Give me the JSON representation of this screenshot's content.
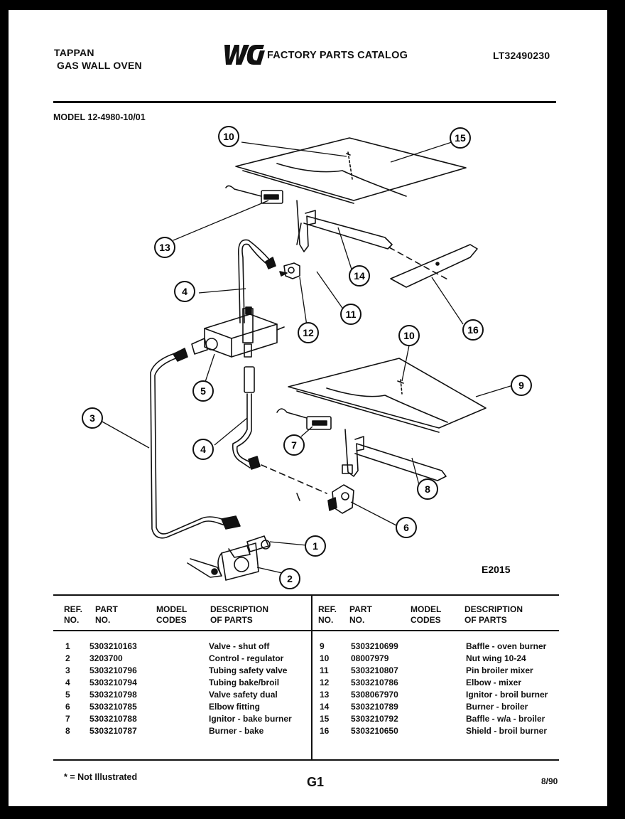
{
  "header": {
    "brand": "TAPPAN",
    "product": "GAS WALL OVEN",
    "logo_text": "WCI",
    "catalog_title": "FACTORY PARTS CATALOG",
    "catalog_code": "LT32490230",
    "model": "MODEL 12-4980-10/01"
  },
  "diagram": {
    "figure_code": "E2015",
    "callouts": [
      "1",
      "2",
      "3",
      "4",
      "4",
      "5",
      "6",
      "7",
      "8",
      "9",
      "10",
      "10",
      "11",
      "12",
      "13",
      "14",
      "15",
      "16"
    ]
  },
  "table": {
    "headers": {
      "ref": [
        "REF.",
        "NO."
      ],
      "part": [
        "PART",
        "NO."
      ],
      "model": [
        "MODEL",
        "CODES"
      ],
      "desc": [
        "DESCRIPTION",
        "OF PARTS"
      ]
    },
    "left": [
      {
        "ref": "1",
        "part": "5303210163",
        "desc": "Valve - shut off"
      },
      {
        "ref": "2",
        "part": "3203700",
        "desc": "Control - regulator"
      },
      {
        "ref": "3",
        "part": "5303210796",
        "desc": "Tubing safety valve"
      },
      {
        "ref": "4",
        "part": "5303210794",
        "desc": "Tubing bake/broil"
      },
      {
        "ref": "5",
        "part": "5303210798",
        "desc": "Valve safety dual"
      },
      {
        "ref": "6",
        "part": "5303210785",
        "desc": "Elbow fitting"
      },
      {
        "ref": "7",
        "part": "5303210788",
        "desc": "Ignitor - bake burner"
      },
      {
        "ref": "8",
        "part": "5303210787",
        "desc": "Burner - bake"
      }
    ],
    "right": [
      {
        "ref": "9",
        "part": "5303210699",
        "desc": "Baffle - oven burner"
      },
      {
        "ref": "10",
        "part": "08007979",
        "desc": "Nut wing 10-24"
      },
      {
        "ref": "11",
        "part": "5303210807",
        "desc": "Pin broiler mixer"
      },
      {
        "ref": "12",
        "part": "5303210786",
        "desc": "Elbow - mixer"
      },
      {
        "ref": "13",
        "part": "5308067970",
        "desc": "Ignitor - broil burner"
      },
      {
        "ref": "14",
        "part": "5303210789",
        "desc": "Burner - broiler"
      },
      {
        "ref": "15",
        "part": "5303210792",
        "desc": "Baffle - w/a - broiler"
      },
      {
        "ref": "16",
        "part": "5303210650",
        "desc": "Shield - broil burner"
      }
    ]
  },
  "footer": {
    "note": "* = Not Illustrated",
    "page": "G1",
    "date": "8/90"
  }
}
